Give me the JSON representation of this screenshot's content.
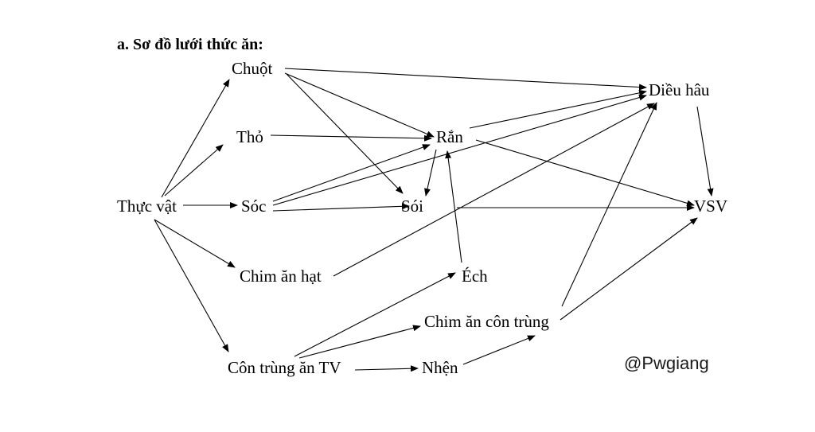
{
  "title": "a. Sơ đồ lưới thức ăn:",
  "watermark": "@Pwgiang",
  "colors": {
    "line": "#000000",
    "text": "#000000"
  },
  "nodes": {
    "thuc_vat": "Thực vật",
    "chuot": "Chuột",
    "tho": "Thỏ",
    "soc": "Sóc",
    "chim_an_hat": "Chim ăn hạt",
    "con_trung_an_tv": "Côn trùng ăn TV",
    "ran": "Rắn",
    "soi": "Sói",
    "ech": "Éch",
    "chim_an_con_trung": "Chim ăn côn trùng",
    "nhen": "Nhện",
    "dieu_hau": "Diều hâu",
    "vsv": "VSV"
  },
  "edges": [
    [
      "thuc_vat",
      "chuot"
    ],
    [
      "thuc_vat",
      "tho"
    ],
    [
      "thuc_vat",
      "soc"
    ],
    [
      "thuc_vat",
      "chim_an_hat"
    ],
    [
      "thuc_vat",
      "con_trung_an_tv"
    ],
    [
      "chuot",
      "dieu_hau"
    ],
    [
      "chuot",
      "ran"
    ],
    [
      "chuot",
      "soi"
    ],
    [
      "tho",
      "ran"
    ],
    [
      "soc",
      "ran"
    ],
    [
      "soc",
      "dieu_hau"
    ],
    [
      "soc",
      "soi"
    ],
    [
      "ran",
      "dieu_hau"
    ],
    [
      "ran",
      "vsv"
    ],
    [
      "ran",
      "soi"
    ],
    [
      "soi",
      "vsv"
    ],
    [
      "chim_an_hat",
      "dieu_hau"
    ],
    [
      "ech",
      "ran"
    ],
    [
      "con_trung_an_tv",
      "ech"
    ],
    [
      "con_trung_an_tv",
      "chim_an_con_trung"
    ],
    [
      "con_trung_an_tv",
      "nhen"
    ],
    [
      "nhen",
      "chim_an_con_trung"
    ],
    [
      "chim_an_con_trung",
      "dieu_hau"
    ],
    [
      "chim_an_con_trung",
      "vsv"
    ],
    [
      "dieu_hau",
      "vsv"
    ]
  ]
}
